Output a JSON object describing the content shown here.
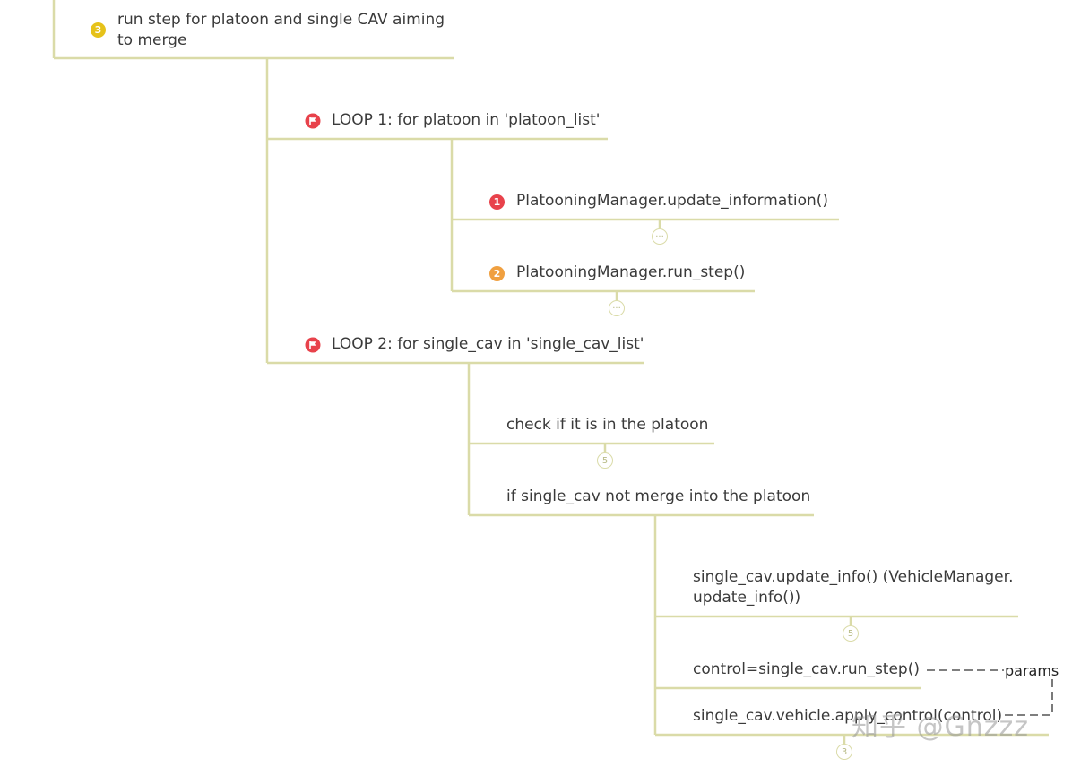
{
  "colors": {
    "line": "#dadba8",
    "badge_yellow": "#e6c21a",
    "badge_red": "#e8424b",
    "badge_orange": "#f0a040",
    "flag_red": "#e8424b"
  },
  "nodes": {
    "root": {
      "badge": "3",
      "text": "run step for platoon and single CAV aiming to merge"
    },
    "loop1": {
      "icon": "flag-icon",
      "text": "LOOP 1: for platoon in 'platoon_list'"
    },
    "update_information": {
      "badge": "1",
      "text": "PlatooningManager.update_information()",
      "collapse": "···"
    },
    "run_step": {
      "badge": "2",
      "text": "PlatooningManager.run_step()",
      "collapse": "···"
    },
    "loop2": {
      "icon": "flag-icon",
      "text": "LOOP 2: for single_cav in 'single_cav_list'"
    },
    "check_platoon": {
      "text": "check if it is in the platoon",
      "collapse": "5"
    },
    "not_merge": {
      "text": "if single_cav not merge into the platoon"
    },
    "update_info": {
      "text": "single_cav.update_info() (VehicleManager. update_info())",
      "collapse": "5"
    },
    "control": {
      "text": "control=single_cav.run_step()"
    },
    "apply_control": {
      "text": "single_cav.vehicle.apply_control(control)",
      "collapse": "3"
    }
  },
  "annotation": {
    "label": "params"
  },
  "watermark": "知乎 @Gnzzz"
}
